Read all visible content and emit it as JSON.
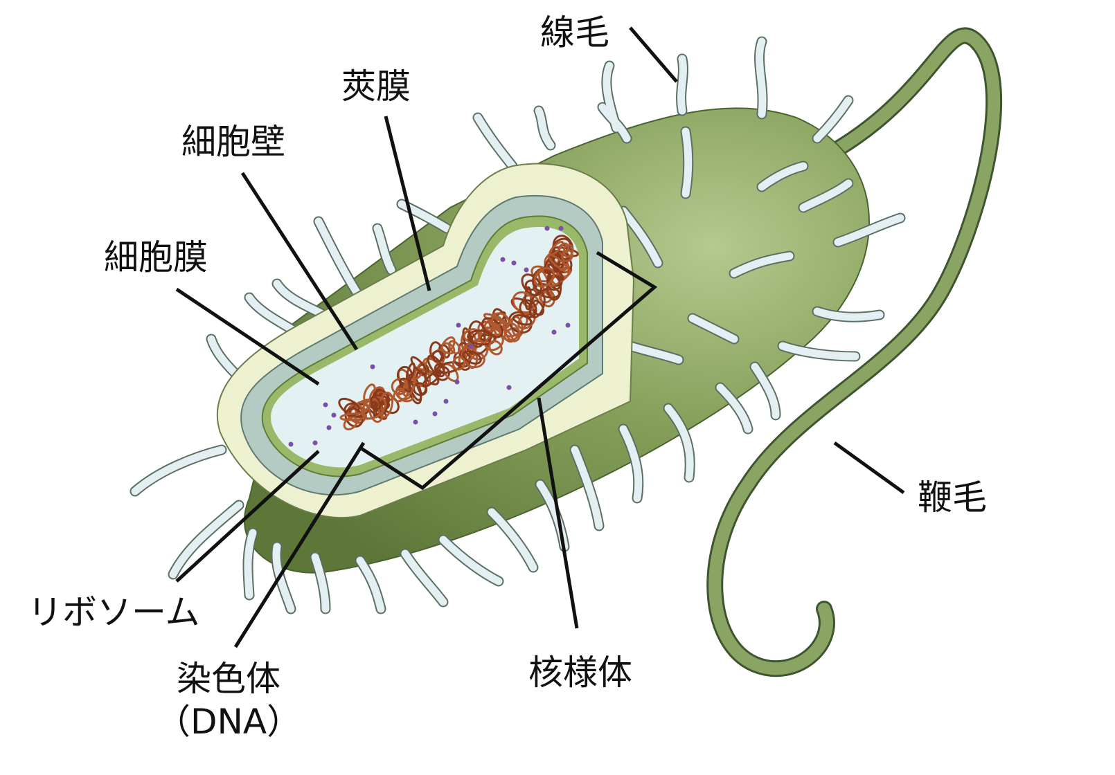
{
  "labels": {
    "pili": "線毛",
    "capsule": "莢膜",
    "cell_wall": "細胞壁",
    "cell_membrane": "細胞膜",
    "flagellum": "鞭毛",
    "ribosome": "リボソーム",
    "chromosome_line1": "染色体",
    "chromosome_line2": "（DNA）",
    "nucleoid": "核様体"
  },
  "colors": {
    "body": "#7f9a55",
    "body_dark": "#5f7a3d",
    "body_light": "#a9bf7e",
    "capsule": "#eef1cf",
    "cell_wall": "#b4cbc4",
    "membrane": "#9ab86a",
    "cytoplasm": "#e4f1f2",
    "dna": "#8a3a1a",
    "ribosome": "#7a4fa8",
    "pili": "#dbe9ee",
    "line": "#111111"
  }
}
